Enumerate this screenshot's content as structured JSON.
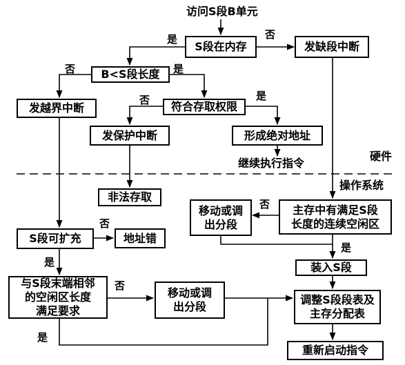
{
  "start": "访问S段B单元",
  "nodes": {
    "s_in_mem": "S段在内存",
    "missing_int": "发缺段中断",
    "b_lt_len": "B<S段长度",
    "out_bounds_int": "发越界中断",
    "access_ok": "符合存取权限",
    "protect_int": "发保护中断",
    "abs_addr": "形成绝对地址",
    "continue": "继续执行指令",
    "illegal": "非法存取",
    "has_free": [
      "主存中有满足S段",
      "长度的连续空闲区"
    ],
    "move1": [
      "移动或调",
      "出分段"
    ],
    "expandable": "S段可扩充",
    "addr_err": "地址错",
    "load": "装入S段",
    "adjacent": [
      "与S段末端相邻",
      "的空闲区长度",
      "满足要求"
    ],
    "move2": [
      "移动或调",
      "出分段"
    ],
    "adjust": [
      "调整S段段表及",
      "主存分配表"
    ],
    "restart": "重新启动指令"
  },
  "edge_labels": {
    "yes": "是",
    "no": "否"
  },
  "region_labels": {
    "hardware": "硬件",
    "os": "操作系统"
  }
}
